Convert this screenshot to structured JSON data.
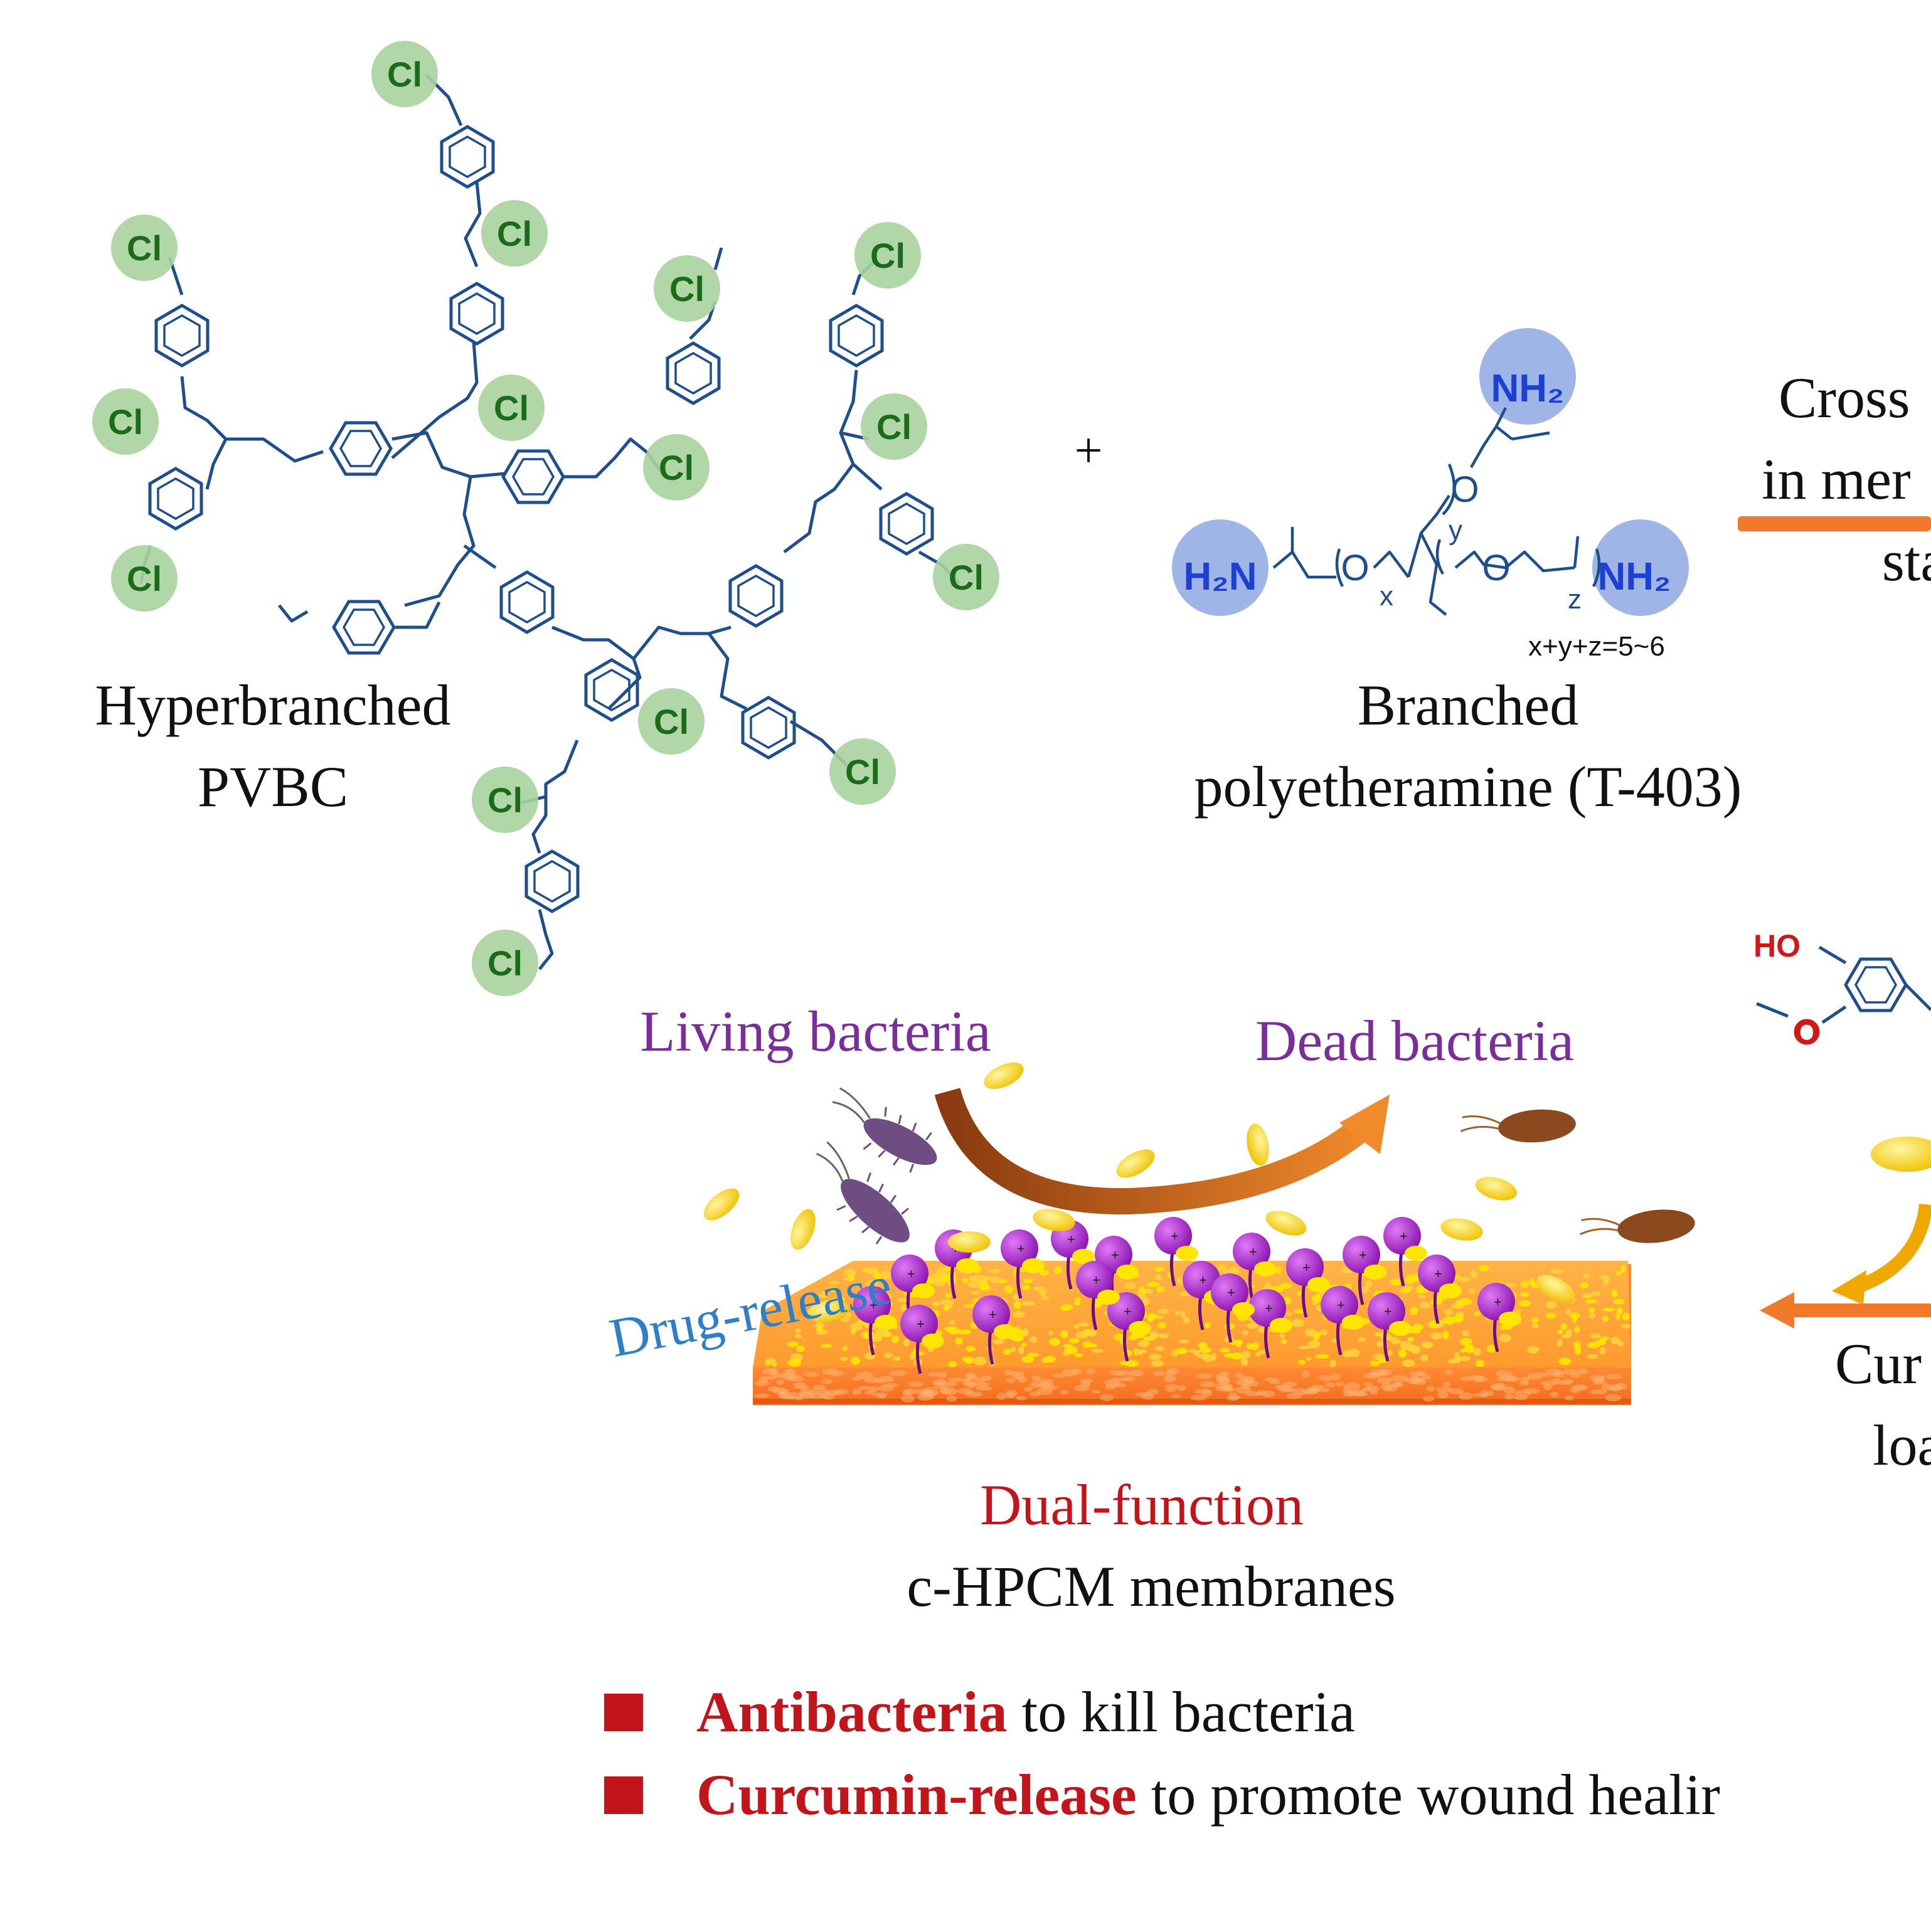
{
  "pvbc": {
    "label_line1": "Hyperbranched",
    "label_line2": "PVBC",
    "chlorine_label": "Cl"
  },
  "plus_sign": "+",
  "t403": {
    "amine_label": "NH₂",
    "amine_label_left": "H₂N",
    "oxygen_label": "O",
    "sub_x": "x",
    "sub_y": "y",
    "sub_z": "z",
    "sum_formula": "x+y+z=5~6",
    "label_line1": "Branched",
    "label_line2": "polyetheramine (T-403)"
  },
  "crosslink_step": {
    "line1": "Cross",
    "line2": "in mer",
    "line3": "sta"
  },
  "curcumin": {
    "ho_label": "HO",
    "o_label": "O",
    "load_line1": "Cur",
    "load_line2": "loa"
  },
  "scene": {
    "living_label": "Living bacteria",
    "dead_label": "Dead bacteria",
    "drug_release_label": "Drug-release",
    "membrane_line1": "Dual-function",
    "membrane_line2": "c-HPCM membranes"
  },
  "bullets": [
    {
      "highlight": "Antibacteria",
      "rest": " to kill bacteria"
    },
    {
      "highlight": "Curcumin-release",
      "rest": " to promote wound healir"
    }
  ],
  "colors": {
    "chem_blue": "#1f4e8c",
    "cl_green": "#1a6b1a",
    "cl_circle": "#a9d39e",
    "amine_blue": "#1c3fd4",
    "amine_circle": "#8fa8e3",
    "purple_text": "#7a2e9a",
    "blue_text": "#2f7fc8",
    "red_text": "#c1151b",
    "orange_arrow": "#f07a2a"
  }
}
